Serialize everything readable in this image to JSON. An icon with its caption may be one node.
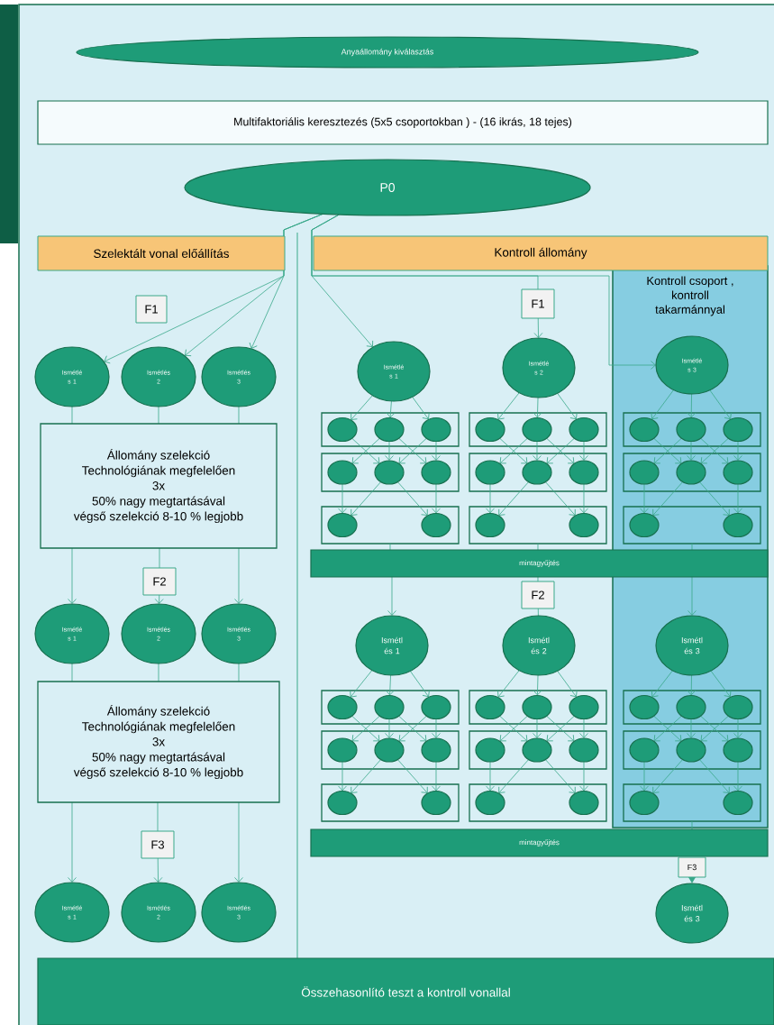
{
  "diagram": {
    "nodes": [
      {
        "text": [
          "Anyaállomány kiválasztás"
        ]
      },
      {
        "text": [
          "Multifaktoriális keresztezés (5x5 csoportokban ) - (16 ikrás, 18 tejes)"
        ]
      },
      {
        "text": [
          "P0"
        ]
      },
      {
        "text": [
          "Szelektált vonal előállítás"
        ]
      },
      {
        "text": [
          "Kontroll állomány"
        ]
      },
      {
        "text": [
          "Kontroll csoport , kontroll takarmánnyal"
        ]
      },
      {
        "text": [
          "F1"
        ]
      },
      {
        "text": [
          "Ismétlé s 1"
        ]
      },
      {
        "text": [
          "Ismétlés 2"
        ]
      },
      {
        "text": [
          "Ismétlés 3"
        ]
      },
      {
        "text": [
          "Állomány szelekció",
          "Technológiának megfelelően",
          "3x",
          "50% nagy megtartásával",
          "végső szelekció 8-10 % legjobb"
        ]
      },
      {
        "text": [
          "F2"
        ]
      },
      {
        "text": [
          "Ismétlé s 1"
        ]
      },
      {
        "text": [
          "Ismétlés 2"
        ]
      },
      {
        "text": [
          "Ismétlés 3"
        ]
      },
      {
        "text": [
          "Állomány szelekció",
          "Technológiának megfelelően",
          "3x",
          "50% nagy megtartásával",
          "végső szelekció 8-10 % legjobb"
        ]
      },
      {
        "text": [
          "F3"
        ]
      },
      {
        "text": [
          "Ismétlé s 1"
        ]
      },
      {
        "text": [
          "Ismétlés 2"
        ]
      },
      {
        "text": [
          "Ismétlés 3"
        ]
      },
      {
        "text": [
          "F1"
        ]
      },
      {
        "text": [
          "Ismétlé s 1"
        ]
      },
      {
        "text": [
          "Ismétlé s 2"
        ]
      },
      {
        "text": [
          "Ismétlé s 3"
        ],
        "in": 5
      },
      {
        "text": [],
        "shape": "box"
      },
      {
        "text": [],
        "shape": "circle",
        "in": 24
      },
      {
        "text": [],
        "shape": "circle",
        "in": 24
      },
      {
        "text": [],
        "shape": "circle",
        "in": 24
      },
      {
        "text": [],
        "shape": "box"
      },
      {
        "text": [],
        "shape": "circle",
        "in": 28
      },
      {
        "text": [],
        "shape": "circle",
        "in": 28
      },
      {
        "text": [],
        "shape": "circle",
        "in": 28
      },
      {
        "text": [],
        "shape": "box"
      },
      {
        "text": [],
        "shape": "circle",
        "in": 32
      },
      {
        "text": [],
        "shape": "circle",
        "in": 32
      },
      {
        "text": [],
        "shape": "box"
      },
      {
        "text": [],
        "shape": "circle",
        "in": 35
      },
      {
        "text": [],
        "shape": "circle",
        "in": 35
      },
      {
        "text": [],
        "shape": "circle",
        "in": 35
      },
      {
        "text": [],
        "shape": "box"
      },
      {
        "text": [],
        "shape": "circle",
        "in": 39
      },
      {
        "text": [],
        "shape": "circle",
        "in": 39
      },
      {
        "text": [],
        "shape": "circle",
        "in": 39
      },
      {
        "text": [],
        "shape": "box"
      },
      {
        "text": [],
        "shape": "circle",
        "in": 43
      },
      {
        "text": [],
        "shape": "circle",
        "in": 43
      },
      {
        "text": [],
        "shape": "box",
        "in": 5
      },
      {
        "text": [],
        "shape": "circle",
        "in": 46
      },
      {
        "text": [],
        "shape": "circle",
        "in": 46
      },
      {
        "text": [],
        "shape": "circle",
        "in": 46
      },
      {
        "text": [],
        "shape": "box",
        "in": 5
      },
      {
        "text": [],
        "shape": "circle",
        "in": 50
      },
      {
        "text": [],
        "shape": "circle",
        "in": 50
      },
      {
        "text": [],
        "shape": "circle",
        "in": 50
      },
      {
        "text": [],
        "shape": "box",
        "in": 5
      },
      {
        "text": [],
        "shape": "circle",
        "in": 54
      },
      {
        "text": [],
        "shape": "circle",
        "in": 54
      },
      {
        "text": [
          "mintagyűjtés"
        ]
      },
      {
        "text": [
          "F2"
        ]
      },
      {
        "text": [
          "Ismétl és 1"
        ]
      },
      {
        "text": [
          "Ismétl és 2"
        ]
      },
      {
        "text": [
          "Ismétl és 3"
        ],
        "in": 5
      },
      {
        "text": [],
        "shape": "box"
      },
      {
        "text": [],
        "shape": "circle",
        "in": 62
      },
      {
        "text": [],
        "shape": "circle",
        "in": 62
      },
      {
        "text": [],
        "shape": "circle",
        "in": 62
      },
      {
        "text": [],
        "shape": "box"
      },
      {
        "text": [],
        "shape": "circle",
        "in": 66
      },
      {
        "text": [],
        "shape": "circle",
        "in": 66
      },
      {
        "text": [],
        "shape": "circle",
        "in": 66
      },
      {
        "text": [],
        "shape": "box"
      },
      {
        "text": [],
        "shape": "circle",
        "in": 70
      },
      {
        "text": [],
        "shape": "circle",
        "in": 70
      },
      {
        "text": [],
        "shape": "box"
      },
      {
        "text": [],
        "shape": "circle",
        "in": 73
      },
      {
        "text": [],
        "shape": "circle",
        "in": 73
      },
      {
        "text": [],
        "shape": "circle",
        "in": 73
      },
      {
        "text": [],
        "shape": "box"
      },
      {
        "text": [],
        "shape": "circle",
        "in": 77
      },
      {
        "text": [],
        "shape": "circle",
        "in": 77
      },
      {
        "text": [],
        "shape": "circle",
        "in": 77
      },
      {
        "text": [],
        "shape": "box"
      },
      {
        "text": [],
        "shape": "circle",
        "in": 81
      },
      {
        "text": [],
        "shape": "circle",
        "in": 81
      },
      {
        "text": [],
        "shape": "box",
        "in": 5
      },
      {
        "text": [],
        "shape": "circle",
        "in": 84
      },
      {
        "text": [],
        "shape": "circle",
        "in": 84
      },
      {
        "text": [],
        "shape": "circle",
        "in": 84
      },
      {
        "text": [],
        "shape": "box",
        "in": 5
      },
      {
        "text": [],
        "shape": "circle",
        "in": 88
      },
      {
        "text": [],
        "shape": "circle",
        "in": 88
      },
      {
        "text": [],
        "shape": "circle",
        "in": 88
      },
      {
        "text": [],
        "shape": "box",
        "in": 5
      },
      {
        "text": [],
        "shape": "circle",
        "in": 92
      },
      {
        "text": [],
        "shape": "circle",
        "in": 92
      },
      {
        "text": [
          "mintagyűjtés"
        ]
      },
      {
        "text": [
          "F3"
        ]
      },
      {
        "text": [
          "Ismétl és 3"
        ]
      },
      {
        "text": [
          "Összehasonlító teszt a kontroll vonallal"
        ]
      }
    ],
    "edges": [
      {
        "from": 2,
        "to": 7,
        "arrow": "to"
      },
      {
        "from": 2,
        "to": 8,
        "arrow": "to"
      },
      {
        "from": 2,
        "to": 9,
        "arrow": "to"
      },
      {
        "from": 7,
        "to": 10,
        "arrow": "none"
      },
      {
        "from": 8,
        "to": 10,
        "arrow": "none"
      },
      {
        "from": 9,
        "to": 10,
        "arrow": "none"
      },
      {
        "from": 10,
        "to": 12,
        "arrow": "to"
      },
      {
        "from": 10,
        "to": 11,
        "arrow": "none"
      },
      {
        "from": 11,
        "to": 13,
        "arrow": "to"
      },
      {
        "from": 10,
        "to": 14,
        "arrow": "to"
      },
      {
        "from": 12,
        "to": 15,
        "arrow": "none"
      },
      {
        "from": 13,
        "to": 15,
        "arrow": "none"
      },
      {
        "from": 14,
        "to": 15,
        "arrow": "none"
      },
      {
        "from": 15,
        "to": 17,
        "arrow": "to"
      },
      {
        "from": 15,
        "to": 16,
        "arrow": "none"
      },
      {
        "from": 16,
        "to": 18,
        "arrow": "to"
      },
      {
        "from": 15,
        "to": 19,
        "arrow": "to"
      },
      {
        "from": 2,
        "to": 21,
        "arrow": "to"
      },
      {
        "from": 2,
        "to": 20,
        "arrow": "none"
      },
      {
        "from": 20,
        "to": 22,
        "arrow": "to"
      },
      {
        "from": 2,
        "to": 23,
        "arrow": "to"
      },
      {
        "from": 21,
        "to": 25,
        "arrow": "to"
      },
      {
        "from": 21,
        "to": 26,
        "arrow": "to"
      },
      {
        "from": 21,
        "to": 27,
        "arrow": "to"
      },
      {
        "from": 25,
        "to": 30,
        "arrow": "to"
      },
      {
        "from": 26,
        "to": 29,
        "arrow": "to"
      },
      {
        "from": 26,
        "to": 30,
        "arrow": "to"
      },
      {
        "from": 26,
        "to": 31,
        "arrow": "to"
      },
      {
        "from": 27,
        "to": 30,
        "arrow": "to"
      },
      {
        "from": 27,
        "to": 31,
        "arrow": "to"
      },
      {
        "from": 29,
        "to": 33,
        "arrow": "to"
      },
      {
        "from": 30,
        "to": 33,
        "arrow": "to"
      },
      {
        "from": 30,
        "to": 34,
        "arrow": "to"
      },
      {
        "from": 31,
        "to": 34,
        "arrow": "to"
      },
      {
        "from": 22,
        "to": 36,
        "arrow": "to"
      },
      {
        "from": 22,
        "to": 37,
        "arrow": "to"
      },
      {
        "from": 22,
        "to": 38,
        "arrow": "to"
      },
      {
        "from": 36,
        "to": 41,
        "arrow": "to"
      },
      {
        "from": 37,
        "to": 40,
        "arrow": "to"
      },
      {
        "from": 37,
        "to": 41,
        "arrow": "to"
      },
      {
        "from": 37,
        "to": 42,
        "arrow": "to"
      },
      {
        "from": 38,
        "to": 41,
        "arrow": "to"
      },
      {
        "from": 38,
        "to": 42,
        "arrow": "to"
      },
      {
        "from": 40,
        "to": 44,
        "arrow": "to"
      },
      {
        "from": 41,
        "to": 44,
        "arrow": "to"
      },
      {
        "from": 41,
        "to": 45,
        "arrow": "to"
      },
      {
        "from": 42,
        "to": 45,
        "arrow": "to"
      },
      {
        "from": 23,
        "to": 47,
        "arrow": "to"
      },
      {
        "from": 23,
        "to": 48,
        "arrow": "to"
      },
      {
        "from": 23,
        "to": 49,
        "arrow": "to"
      },
      {
        "from": 47,
        "to": 52,
        "arrow": "to"
      },
      {
        "from": 48,
        "to": 51,
        "arrow": "to"
      },
      {
        "from": 48,
        "to": 52,
        "arrow": "to"
      },
      {
        "from": 48,
        "to": 53,
        "arrow": "to"
      },
      {
        "from": 49,
        "to": 52,
        "arrow": "to"
      },
      {
        "from": 49,
        "to": 53,
        "arrow": "to"
      },
      {
        "from": 51,
        "to": 55,
        "arrow": "to"
      },
      {
        "from": 52,
        "to": 55,
        "arrow": "to"
      },
      {
        "from": 52,
        "to": 56,
        "arrow": "to"
      },
      {
        "from": 53,
        "to": 56,
        "arrow": "to"
      },
      {
        "from": 32,
        "to": 57,
        "arrow": "none"
      },
      {
        "from": 43,
        "to": 57,
        "arrow": "none"
      },
      {
        "from": 54,
        "to": 57,
        "arrow": "none"
      },
      {
        "from": 57,
        "to": 59,
        "arrow": "to"
      },
      {
        "from": 57,
        "to": 58,
        "arrow": "none"
      },
      {
        "from": 58,
        "to": 60,
        "arrow": "none"
      },
      {
        "from": 57,
        "to": 61,
        "arrow": "to"
      },
      {
        "from": 59,
        "to": 63,
        "arrow": "to"
      },
      {
        "from": 59,
        "to": 64,
        "arrow": "to"
      },
      {
        "from": 59,
        "to": 65,
        "arrow": "to"
      },
      {
        "from": 63,
        "to": 68,
        "arrow": "to"
      },
      {
        "from": 64,
        "to": 67,
        "arrow": "to"
      },
      {
        "from": 64,
        "to": 68,
        "arrow": "to"
      },
      {
        "from": 64,
        "to": 69,
        "arrow": "to"
      },
      {
        "from": 65,
        "to": 68,
        "arrow": "to"
      },
      {
        "from": 65,
        "to": 69,
        "arrow": "to"
      },
      {
        "from": 67,
        "to": 71,
        "arrow": "to"
      },
      {
        "from": 68,
        "to": 71,
        "arrow": "to"
      },
      {
        "from": 68,
        "to": 72,
        "arrow": "to"
      },
      {
        "from": 69,
        "to": 72,
        "arrow": "to"
      },
      {
        "from": 60,
        "to": 74,
        "arrow": "to"
      },
      {
        "from": 60,
        "to": 75,
        "arrow": "to"
      },
      {
        "from": 60,
        "to": 76,
        "arrow": "to"
      },
      {
        "from": 74,
        "to": 79,
        "arrow": "to"
      },
      {
        "from": 75,
        "to": 78,
        "arrow": "to"
      },
      {
        "from": 75,
        "to": 79,
        "arrow": "to"
      },
      {
        "from": 75,
        "to": 80,
        "arrow": "to"
      },
      {
        "from": 76,
        "to": 79,
        "arrow": "to"
      },
      {
        "from": 76,
        "to": 80,
        "arrow": "to"
      },
      {
        "from": 78,
        "to": 82,
        "arrow": "to"
      },
      {
        "from": 79,
        "to": 82,
        "arrow": "to"
      },
      {
        "from": 79,
        "to": 83,
        "arrow": "to"
      },
      {
        "from": 80,
        "to": 83,
        "arrow": "to"
      },
      {
        "from": 61,
        "to": 85,
        "arrow": "to"
      },
      {
        "from": 61,
        "to": 86,
        "arrow": "to"
      },
      {
        "from": 61,
        "to": 87,
        "arrow": "to"
      },
      {
        "from": 85,
        "to": 90,
        "arrow": "to"
      },
      {
        "from": 86,
        "to": 89,
        "arrow": "to"
      },
      {
        "from": 86,
        "to": 90,
        "arrow": "to"
      },
      {
        "from": 86,
        "to": 91,
        "arrow": "to"
      },
      {
        "from": 87,
        "to": 90,
        "arrow": "to"
      },
      {
        "from": 87,
        "to": 91,
        "arrow": "to"
      },
      {
        "from": 89,
        "to": 93,
        "arrow": "to"
      },
      {
        "from": 90,
        "to": 93,
        "arrow": "to"
      },
      {
        "from": 90,
        "to": 94,
        "arrow": "to"
      },
      {
        "from": 91,
        "to": 94,
        "arrow": "to"
      },
      {
        "from": 92,
        "to": 95,
        "arrow": "none"
      },
      {
        "from": 96,
        "to": 97,
        "arrow": "to",
        "style": "thick"
      }
    ]
  }
}
